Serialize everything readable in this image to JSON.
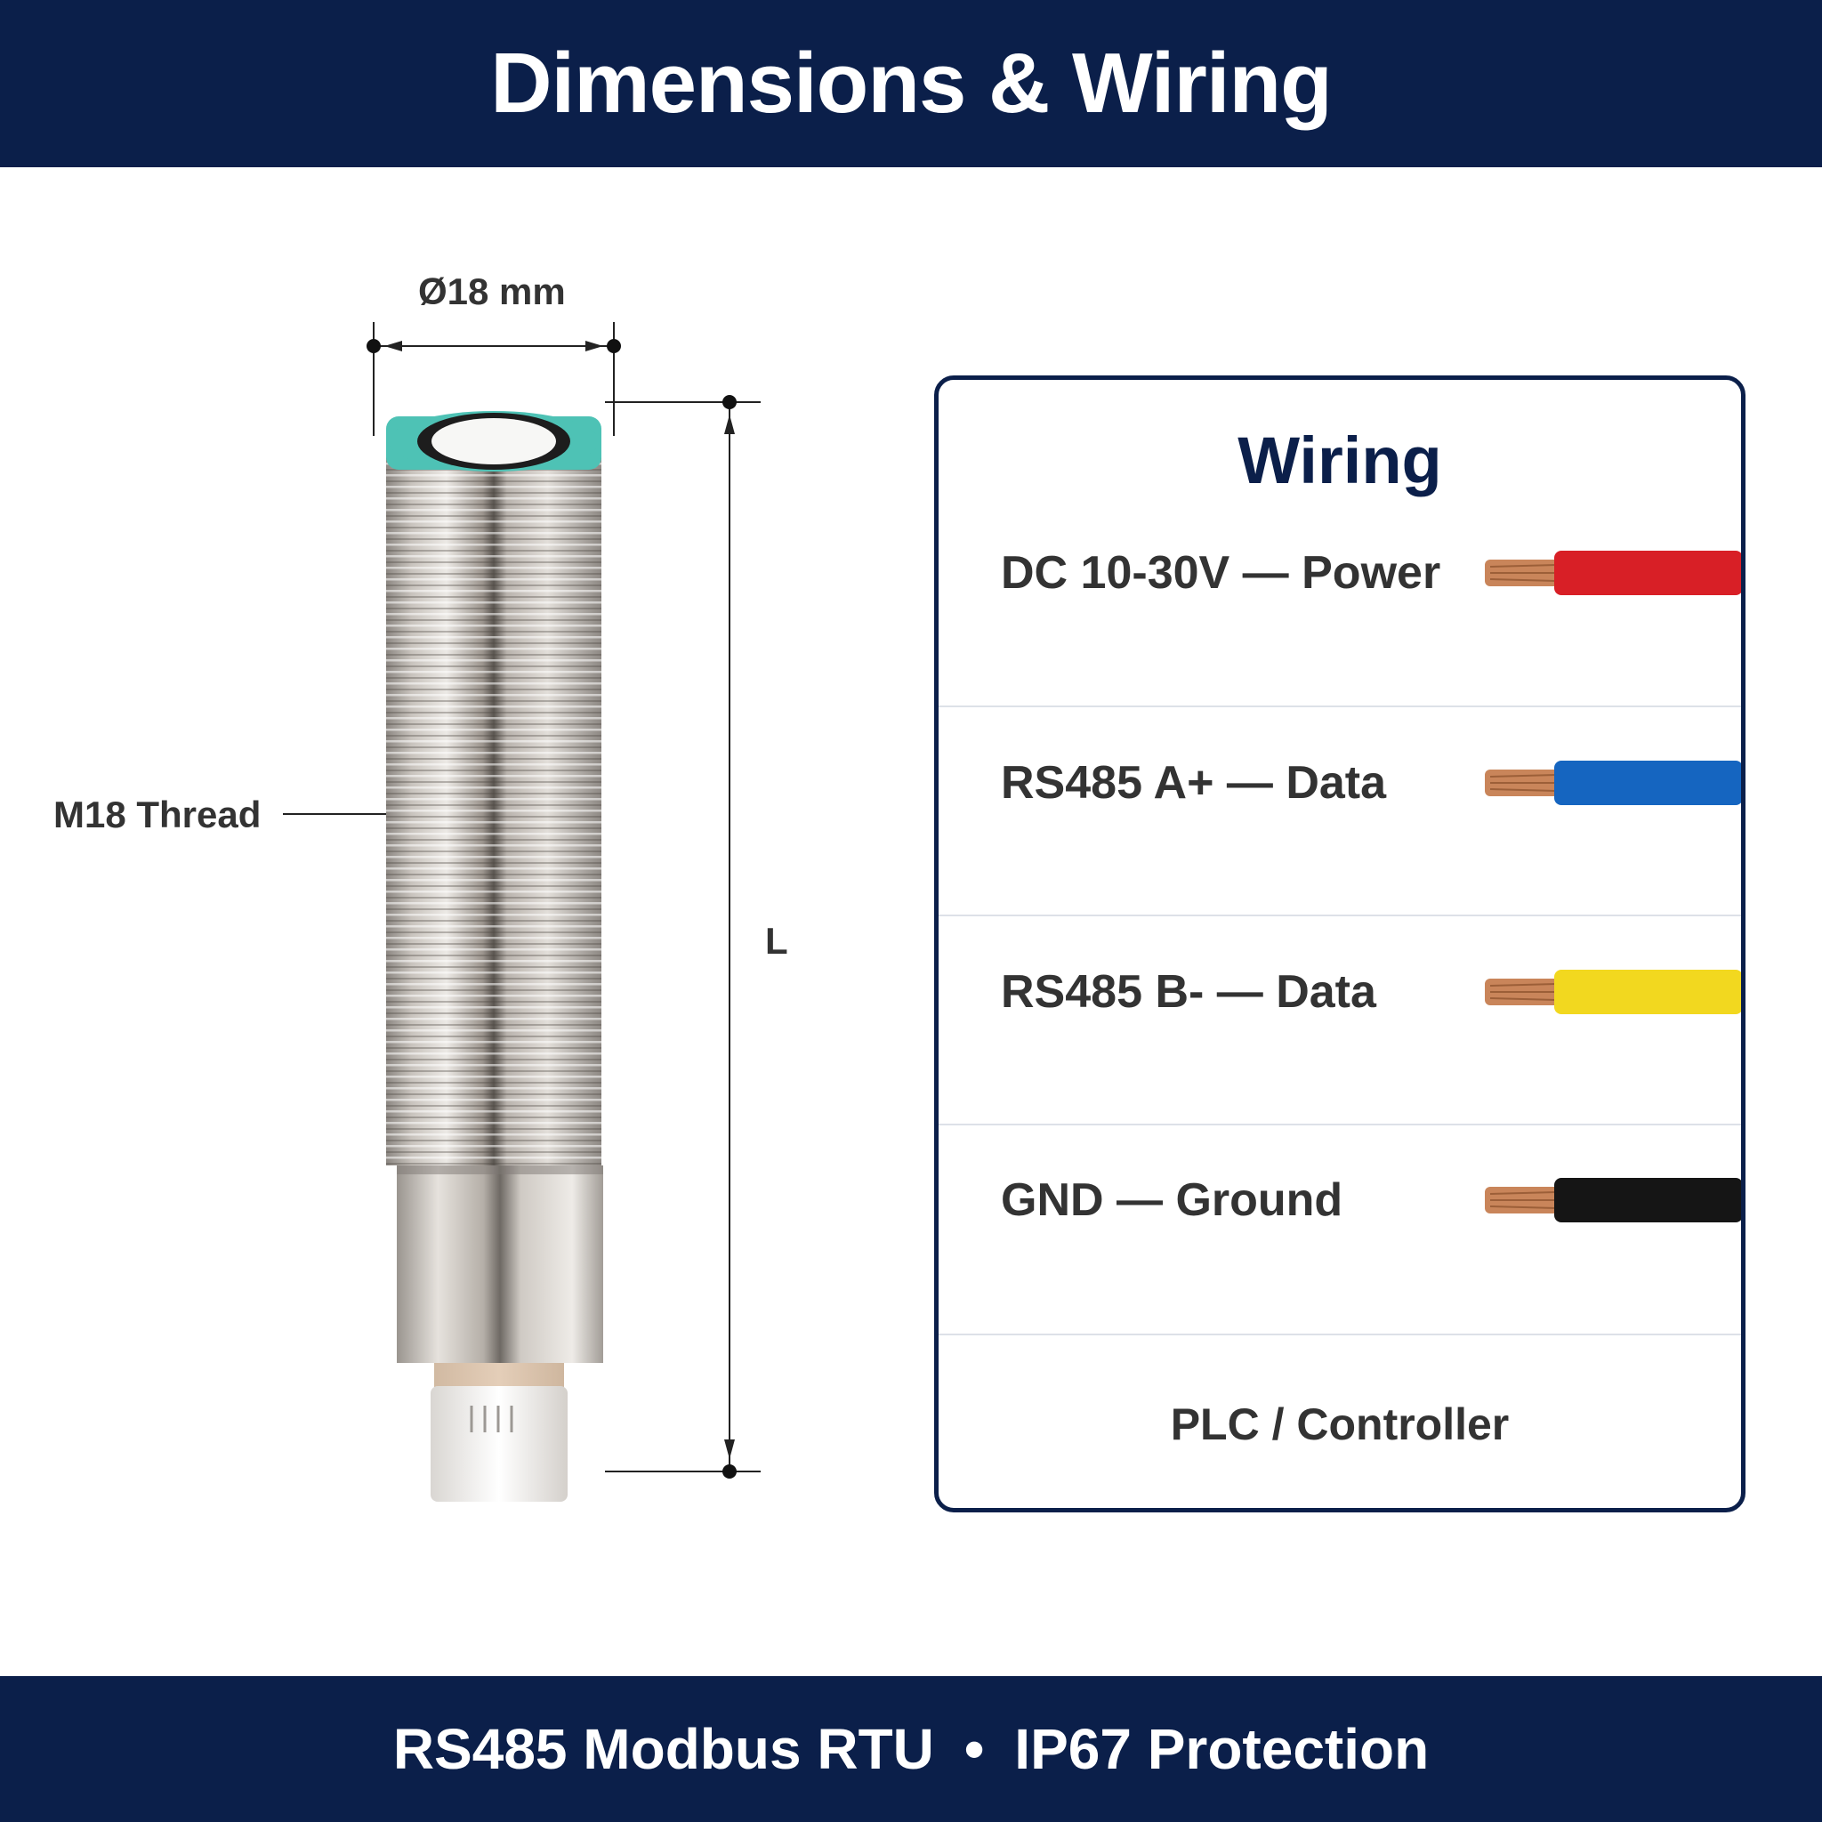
{
  "header": {
    "title": "Dimensions & Wiring"
  },
  "dimensions": {
    "diameter_label": "Ø18 mm",
    "length_label": "L",
    "thread_label": "M18 Thread"
  },
  "wiring": {
    "title": "Wiring",
    "rows": [
      {
        "label": "DC 10-30V — Power",
        "wire_color": "#d81f26"
      },
      {
        "label": "RS485 A+ — Data",
        "wire_color": "#1565c0"
      },
      {
        "label": "RS485 B- — Data",
        "wire_color": "#f2d81f"
      },
      {
        "label": "GND — Ground",
        "wire_color": "#151515"
      }
    ],
    "footer": "PLC / Controller"
  },
  "footer": {
    "left": "RS485 Modbus RTU",
    "separator": "•",
    "right": "IP67 Protection"
  },
  "colors": {
    "banner": "#0b1f4a",
    "sensor_ring": "#4ec2b5",
    "copper": "#c9855a"
  }
}
